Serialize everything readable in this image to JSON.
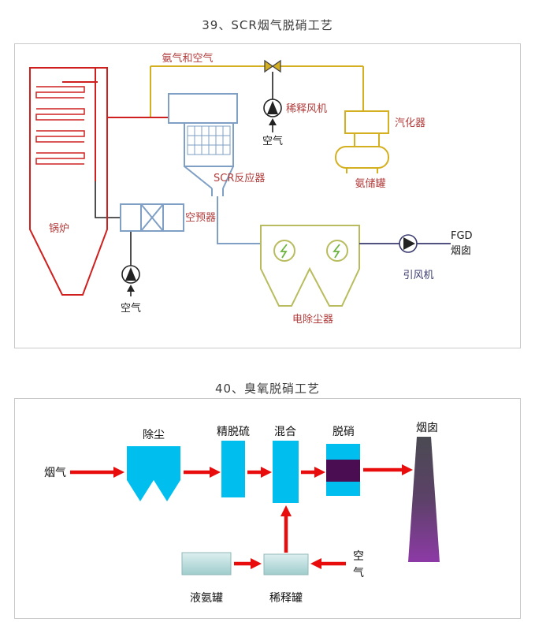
{
  "diagram_scr": {
    "title": "39、SCR烟气脱硝工艺",
    "labels": {
      "ammonia_and_air": "氨气和空气",
      "dilution_fan": "稀释风机",
      "dilution_air": "空气",
      "vaporizer": "汽化器",
      "ammonia_storage_tank": "氨储罐",
      "scr_reactor": "SCR反应器",
      "air_preheater": "空预器",
      "boiler": "锅炉",
      "fd_air": "空气",
      "esp": "电除尘器",
      "induced_draft_fan": "引风机",
      "fgd": "FGD",
      "stack": "烟囱"
    },
    "colors": {
      "boiler_red": "#cf2020",
      "ammonia_yellow": "#d4af1f",
      "equipment_blue": "#7f9fc5",
      "esp_olive": "#b9bc5e",
      "spark_green": "#6cb33f",
      "flue_navy": "#3a3a6e",
      "label_red": "#b23b3b"
    }
  },
  "diagram_ozone": {
    "title": "40、臭氧脱硝工艺",
    "labels": {
      "flue_gas": "烟气",
      "dust_removal": "除尘",
      "fine_desulfurization": "精脱硫",
      "mixing": "混合",
      "denitrification": "脱硝",
      "stack": "烟囱",
      "liquid_ammonia_tank": "液氨罐",
      "dilution_tank": "稀释罐",
      "air": "空气"
    },
    "colors": {
      "arrow_red": "#e80c0c",
      "process_cyan": "#00bfef",
      "denox_purple": "#4a0d52",
      "tank_teal": "#b5d8d8",
      "stack_gray": "#4a4a52",
      "stack_purple": "#8d3aa6"
    }
  }
}
